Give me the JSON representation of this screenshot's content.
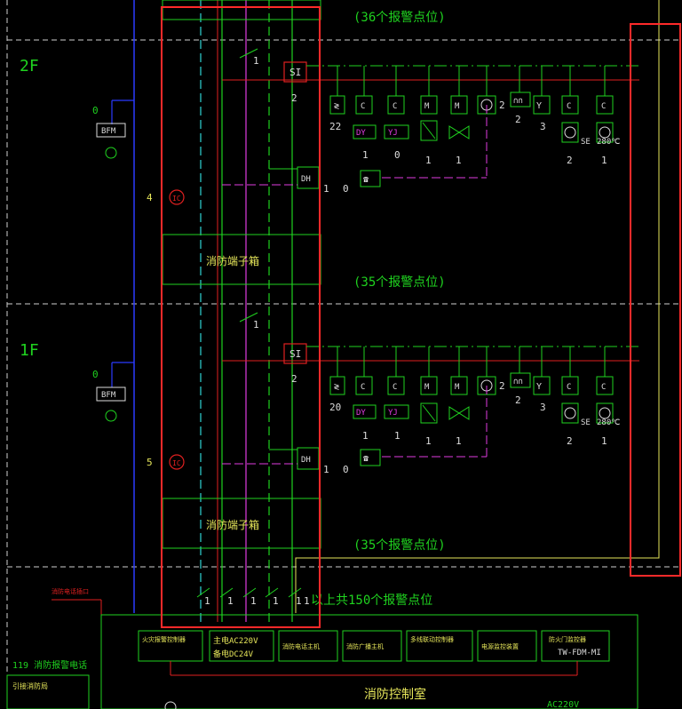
{
  "floors": {
    "f2": {
      "label": "2F",
      "alarm_count_top": "(36个报警点位)",
      "bfm_qty": "0",
      "bfm": "BFM",
      "horn_qty": "4",
      "si": "SI",
      "si_qty": "2",
      "loop_qty": "1",
      "dh": "DH",
      "dh_qty_a": "1",
      "dh_qty_b": "0",
      "dev_qty": {
        "smoke": "22",
        "dy_qty": "1",
        "yj_qty": "0",
        "m1_qty": "1",
        "m2_qty": "1",
        "bell": "2",
        "hydrant": "2",
        "y_dev": "3",
        "se_qty": "2",
        "c_qty": "1"
      },
      "dy": "DY",
      "yj": "YJ",
      "c": "C",
      "m": "M",
      "se": "SE",
      "t280": "280℃",
      "terminal_box": "消防端子箱",
      "alarm_count_bottom": "(35个报警点位)"
    },
    "f1": {
      "label": "1F",
      "bfm_qty": "0",
      "bfm": "BFM",
      "horn_qty": "5",
      "si": "SI",
      "si_qty": "2",
      "loop_qty": "1",
      "dh": "DH",
      "dh_qty_a": "1",
      "dh_qty_b": "0",
      "dev_qty": {
        "smoke": "20",
        "dy_qty": "1",
        "yj_qty": "1",
        "m1_qty": "1",
        "m2_qty": "1",
        "bell": "2",
        "hydrant": "2",
        "y_dev": "3",
        "se_qty": "2",
        "c_qty": "1"
      },
      "dy": "DY",
      "yj": "YJ",
      "c": "C",
      "m": "M",
      "se": "SE",
      "t280": "280℃",
      "terminal_box": "消防端子箱",
      "alarm_count_bottom": "(35个报警点位)"
    }
  },
  "control_room": {
    "bus_ones": [
      "1",
      "1",
      "1",
      "1",
      "1",
      "1"
    ],
    "total_label": "以上共150个报警点位",
    "tel_ext_label": "消防电话插口",
    "boxes": {
      "alarm_ctrl": "火灾报警控制器",
      "power_a": "主电AC220V",
      "power_b": "备电DC24V",
      "tel_host": "消防电话主机",
      "broadcast": "消防广播主机",
      "linkage": "多线联动控制器",
      "monitor": "电源监控装置",
      "door": "防火门监控器",
      "door_model": "TW-FDM-MI"
    },
    "left_label": "119 消防报警电话",
    "left_sub": "引接消防局",
    "room_label": "消防控制室",
    "ac": "AC220V"
  },
  "colors": {
    "green": "#1fd21f",
    "red": "#e02020",
    "magenta": "#e03ce0",
    "cyan": "#2fd6d6",
    "yellow": "#e6e65a",
    "blue": "#2b3bff",
    "white": "#dcdcdc"
  }
}
